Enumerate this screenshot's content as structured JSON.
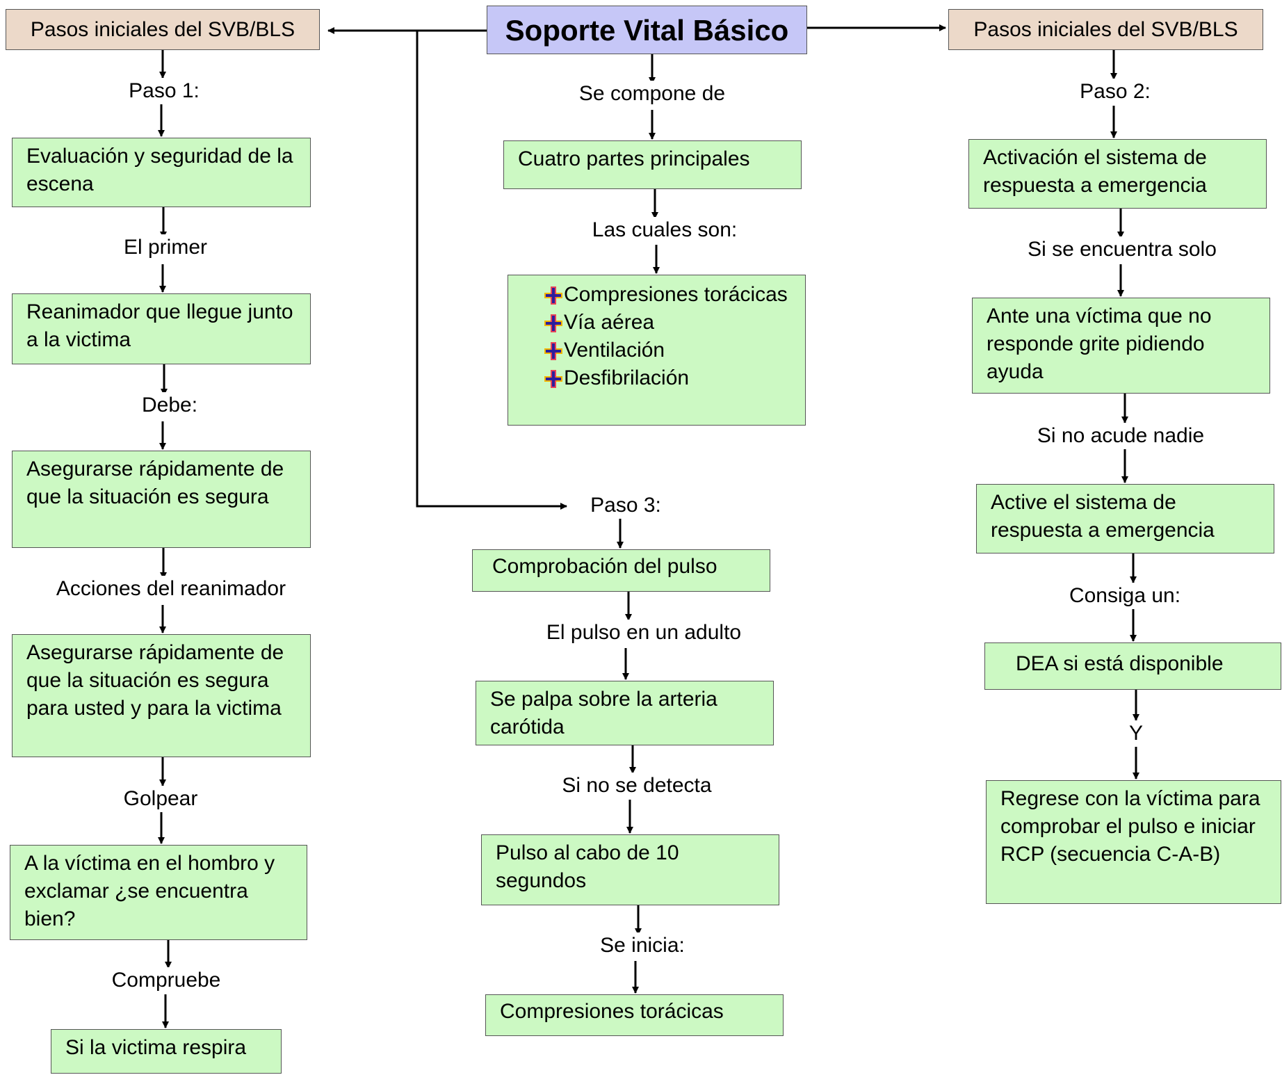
{
  "title": "Soporte Vital Básico",
  "left_header": "Pasos iniciales del SVB/BLS",
  "right_header": "Pasos iniciales del SVB/BLS",
  "left_col": {
    "step": "Paso 1:",
    "b1": "Evaluación y seguridad de la escena",
    "l1": "El primer",
    "b2": "Reanimador que llegue junto a la victima",
    "l2": "Debe:",
    "b3": "Asegurarse rápidamente de que la situación es segura",
    "l3": "Acciones del reanimador",
    "b4": "Asegurarse rápidamente de que la situación es segura para usted y para la victima",
    "l4": "Golpear",
    "b5": "A la víctima en el hombro y exclamar ¿se encuentra bien?",
    "l5": "Compruebe",
    "b6": "Si la victima respira"
  },
  "center_col": {
    "l0": "Se compone de",
    "b1": "Cuatro partes principales",
    "l1": "Las cuales son:",
    "parts": [
      "Compresiones torácicas",
      "Vía aérea",
      "Ventilación",
      "Desfibrilación"
    ],
    "step": "Paso 3:",
    "b2": "Comprobación del pulso",
    "l2": "El pulso en un adulto",
    "b3": "Se palpa sobre la arteria carótida",
    "l3": "Si no se detecta",
    "b4": "Pulso al cabo de 10 segundos",
    "l4": "Se inicia:",
    "b5": "Compresiones torácicas"
  },
  "right_col": {
    "step": "Paso 2:",
    "b1": "Activación el sistema de respuesta a emergencia",
    "l1": "Si se encuentra solo",
    "b2": "Ante una víctima que no responde grite pidiendo ayuda",
    "l2": "Si no acude nadie",
    "b3": "Active el sistema de respuesta a emergencia",
    "l3": "Consiga un:",
    "b4": "DEA si está disponible",
    "l4": "Y",
    "b5": "Regrese con la víctima para comprobar el pulso e iniciar RCP (secuencia C-A-B)"
  }
}
